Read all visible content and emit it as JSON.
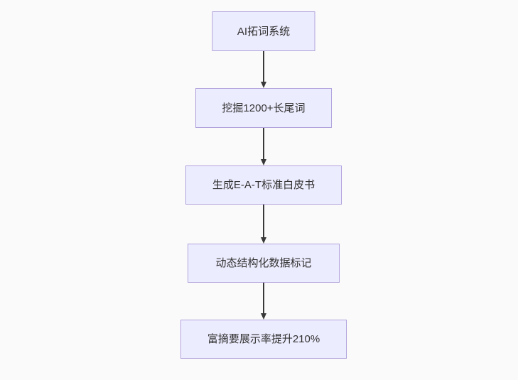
{
  "diagram": {
    "type": "flowchart",
    "direction": "top-down",
    "nodes": [
      {
        "label": "AI拓词系统"
      },
      {
        "label": "挖掘1200+长尾词"
      },
      {
        "label": "生成E-A-T标准白皮书"
      },
      {
        "label": "动态结构化数据标记"
      },
      {
        "label": "富摘要展示率提升210%"
      }
    ],
    "edges": [
      {
        "from": "AI拓词系统",
        "to": "挖掘1200+长尾词"
      },
      {
        "from": "挖掘1200+长尾词",
        "to": "生成E-A-T标准白皮书"
      },
      {
        "from": "生成E-A-T标准白皮书",
        "to": "动态结构化数据标记"
      },
      {
        "from": "动态结构化数据标记",
        "to": "富摘要展示率提升210%"
      }
    ]
  },
  "theme": {
    "page_bg": "#fafafa",
    "node_fill": "#ececff",
    "node_border": "#b1a2dc",
    "node_text": "#333333",
    "arrow_color": "#383838"
  }
}
